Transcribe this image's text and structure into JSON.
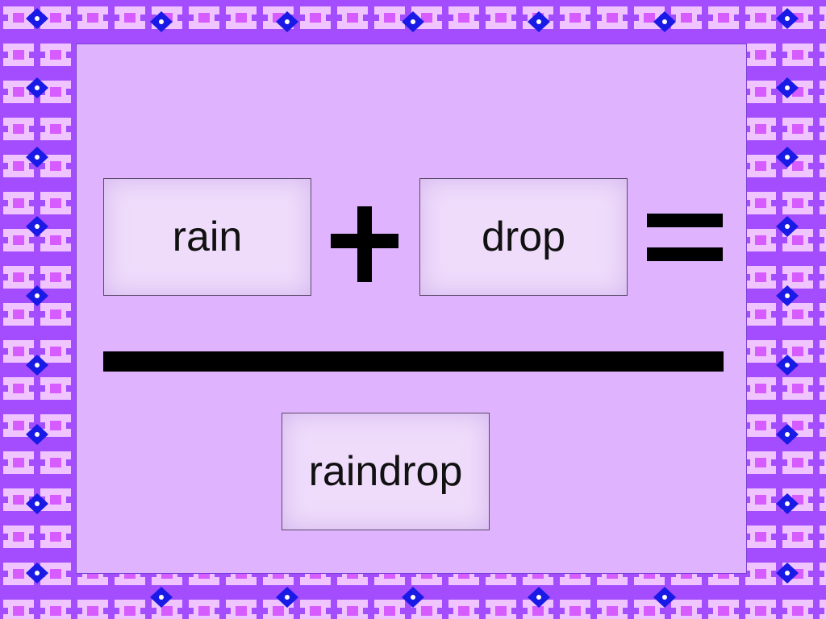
{
  "colors": {
    "background_light": "#e0b3ff",
    "frame_purple": "#a44dff",
    "frame_pink": "#f0c4ff",
    "frame_blue": "#1a1ae6",
    "frame_magenta": "#d65cff",
    "card_fill": "#efdcfb",
    "ink": "#000000"
  },
  "equation": {
    "first_word": "rain",
    "second_word": "drop",
    "result_word": "raindrop",
    "plus_symbol": "plus-icon",
    "equals_symbol": "equals-icon"
  }
}
